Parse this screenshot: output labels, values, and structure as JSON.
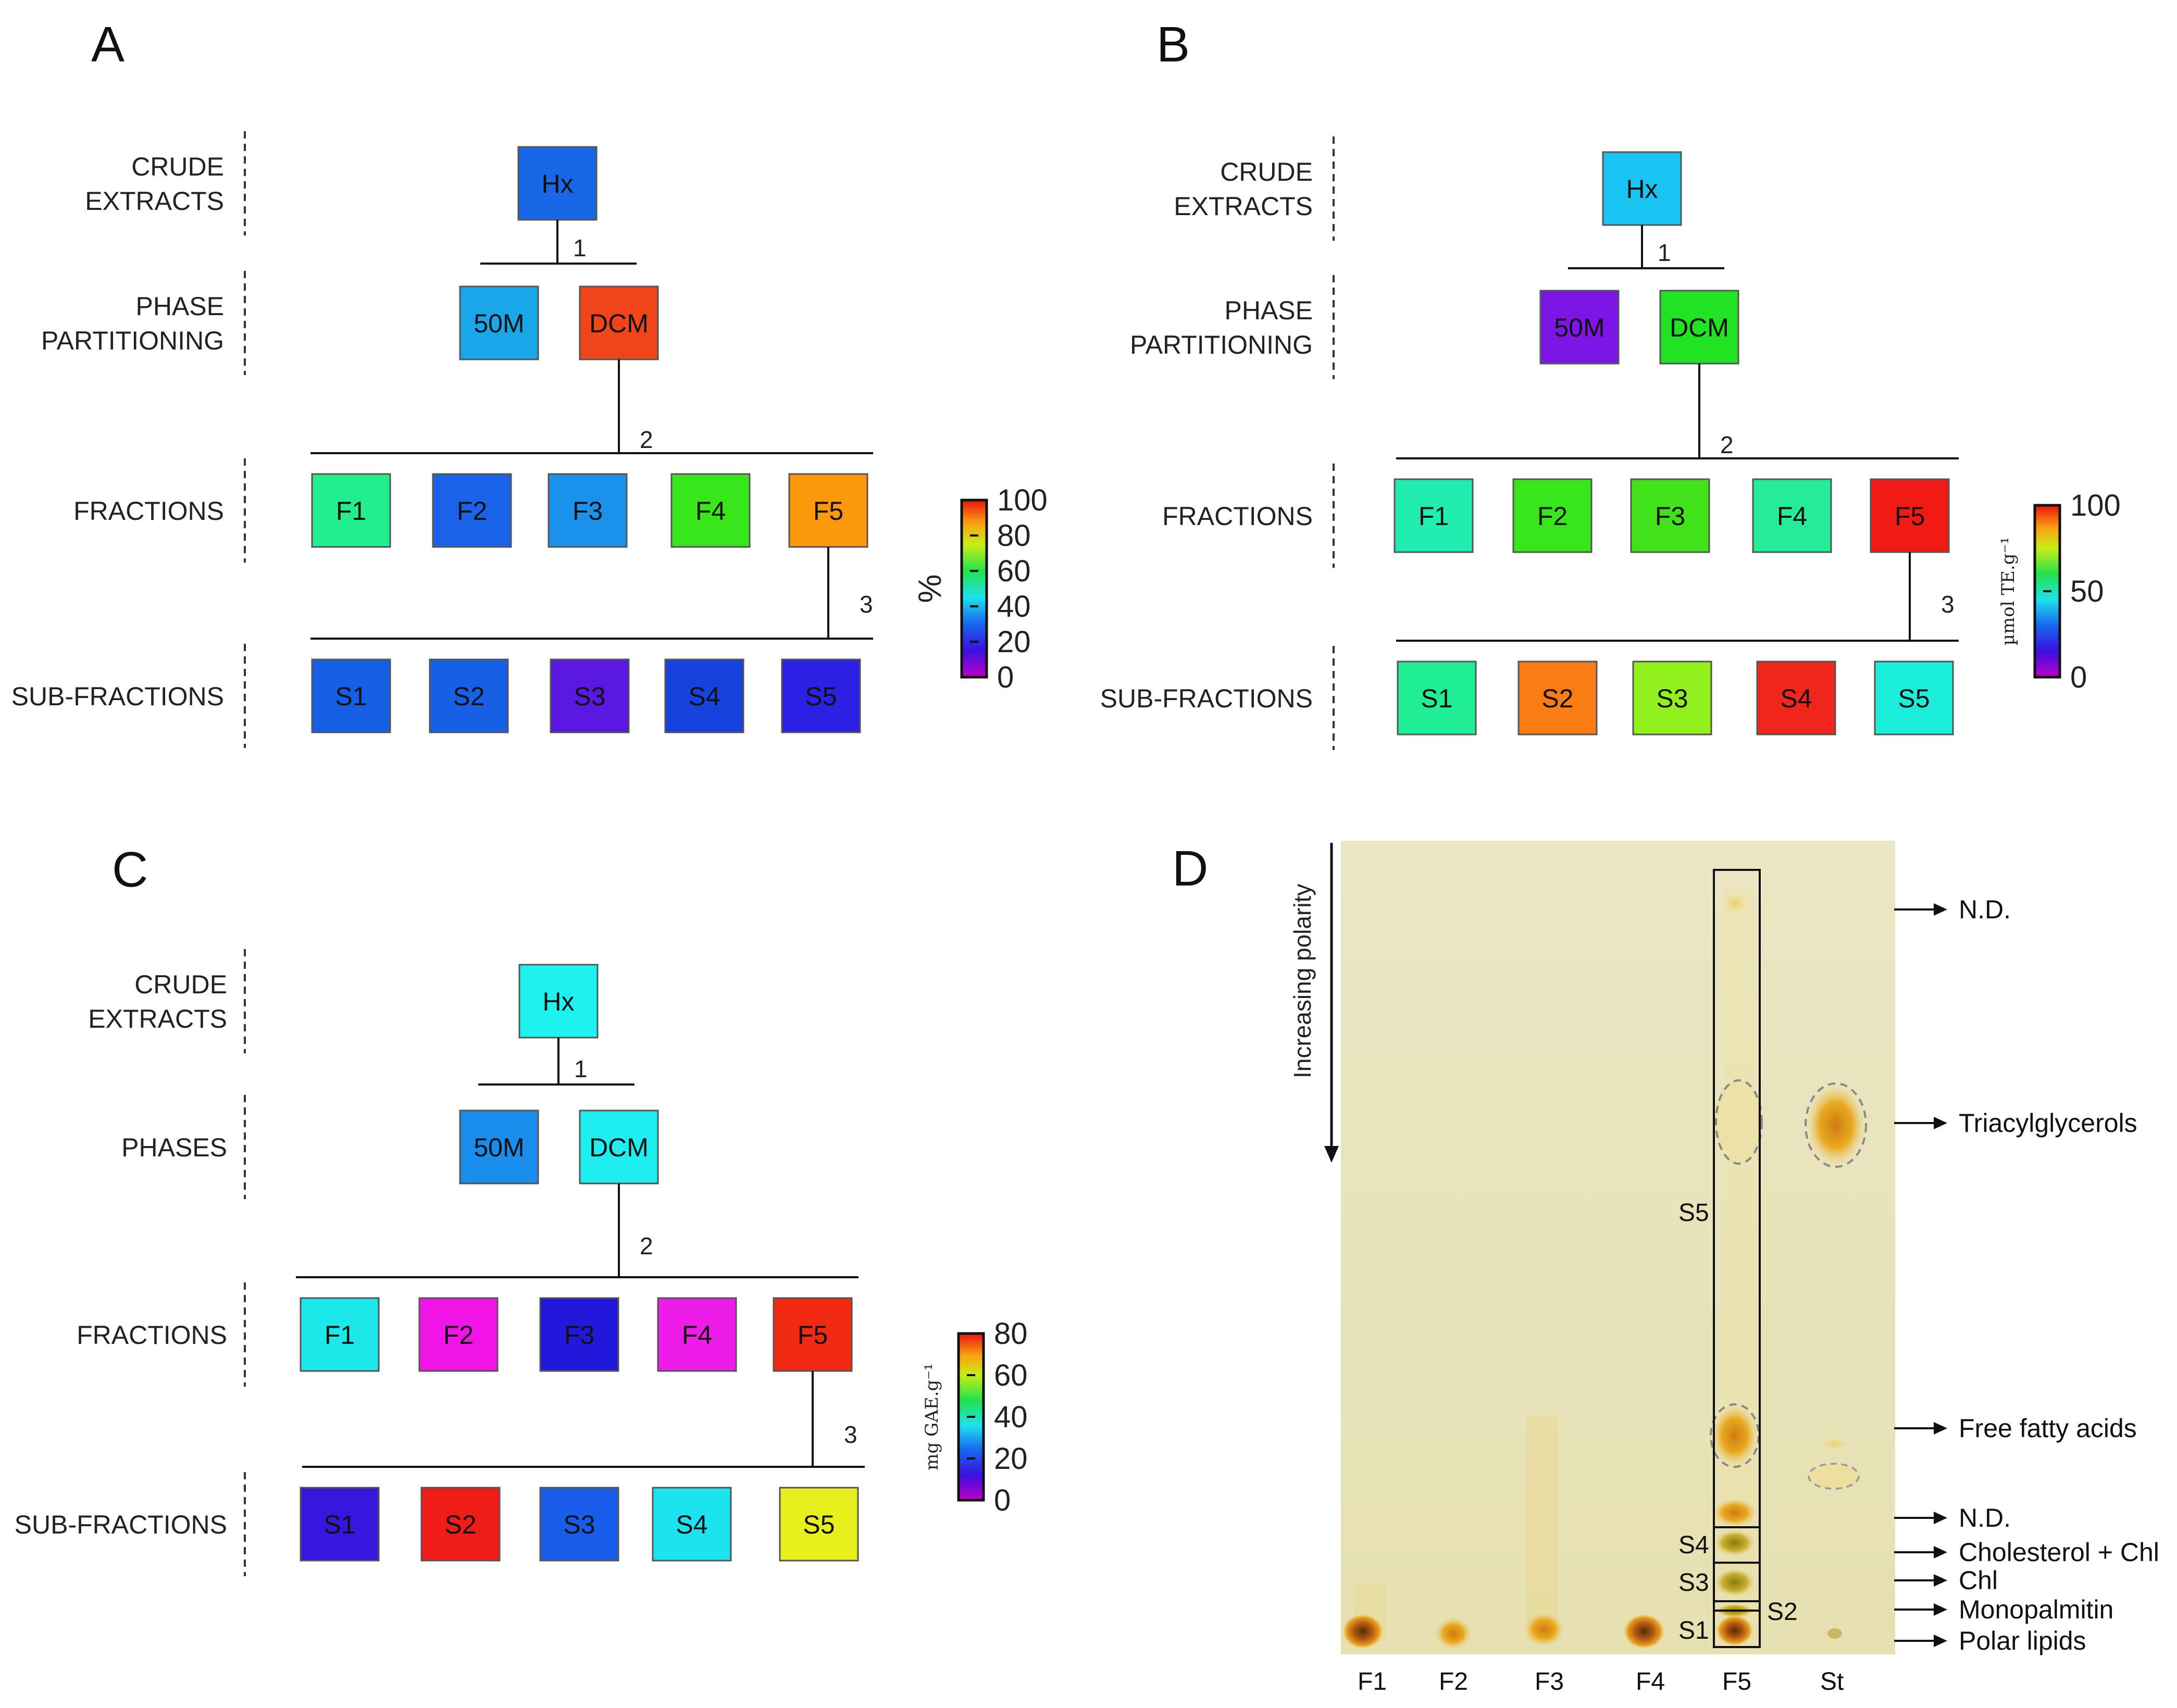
{
  "panels": [
    {
      "letter": "A",
      "levels": [
        "CRUDE\nEXTRACTS",
        "PHASE\nPARTITIONING",
        "FRACTIONS",
        "SUB-FRACTIONS"
      ],
      "steps": [
        "1",
        "2",
        "3"
      ],
      "boxes": {
        "crude": [
          {
            "label": "Hx",
            "color": "#1767e6"
          }
        ],
        "phases": [
          {
            "label": "50M",
            "color": "#1aa7ea"
          },
          {
            "label": "DCM",
            "color": "#f0451a"
          }
        ],
        "fractions": [
          {
            "label": "F1",
            "color": "#21ee8c"
          },
          {
            "label": "F2",
            "color": "#1a63e8"
          },
          {
            "label": "F3",
            "color": "#1a92ec"
          },
          {
            "label": "F4",
            "color": "#38e61c"
          },
          {
            "label": "F5",
            "color": "#fb980c"
          }
        ],
        "subfractions": [
          {
            "label": "S1",
            "color": "#165ee4"
          },
          {
            "label": "S2",
            "color": "#1760e6"
          },
          {
            "label": "S3",
            "color": "#5a18e2"
          },
          {
            "label": "S4",
            "color": "#1642de"
          },
          {
            "label": "S5",
            "color": "#2b20e4"
          }
        ]
      },
      "colorbar": {
        "ticks": [
          "100",
          "80",
          "60",
          "40",
          "20",
          "0"
        ],
        "unit": "%"
      }
    },
    {
      "letter": "B",
      "levels": [
        "CRUDE\nEXTRACTS",
        "PHASE\nPARTITIONING",
        "FRACTIONS",
        "SUB-FRACTIONS"
      ],
      "steps": [
        "1",
        "2",
        "3"
      ],
      "boxes": {
        "crude": [
          {
            "label": "Hx",
            "color": "#1ac4f2"
          }
        ],
        "phases": [
          {
            "label": "50M",
            "color": "#7d15e6"
          },
          {
            "label": "DCM",
            "color": "#22e224"
          }
        ],
        "fractions": [
          {
            "label": "F1",
            "color": "#20eeb0"
          },
          {
            "label": "F2",
            "color": "#38e61c"
          },
          {
            "label": "F3",
            "color": "#42e21a"
          },
          {
            "label": "F4",
            "color": "#24ec98"
          },
          {
            "label": "F5",
            "color": "#f21a14"
          }
        ],
        "subfractions": [
          {
            "label": "S1",
            "color": "#20ee94"
          },
          {
            "label": "S2",
            "color": "#fb7b14"
          },
          {
            "label": "S3",
            "color": "#92f01c"
          },
          {
            "label": "S4",
            "color": "#f0261c"
          },
          {
            "label": "S5",
            "color": "#1ceedc"
          }
        ]
      },
      "colorbar": {
        "ticks": [
          "100",
          "50",
          "0"
        ],
        "unit": "µmol TE.g⁻¹"
      }
    },
    {
      "letter": "C",
      "levels": [
        "CRUDE\nEXTRACTS",
        "PHASES",
        "FRACTIONS",
        "SUB-FRACTIONS"
      ],
      "steps": [
        "1",
        "2",
        "3"
      ],
      "boxes": {
        "crude": [
          {
            "label": "Hx",
            "color": "#1ef2ee"
          }
        ],
        "phases": [
          {
            "label": "50M",
            "color": "#1a8cec"
          },
          {
            "label": "DCM",
            "color": "#1eeef0"
          }
        ],
        "fractions": [
          {
            "label": "F1",
            "color": "#1ce8ea"
          },
          {
            "label": "F2",
            "color": "#f014e6"
          },
          {
            "label": "F3",
            "color": "#2218dc"
          },
          {
            "label": "F4",
            "color": "#ee1ce8"
          },
          {
            "label": "F5",
            "color": "#f22a14"
          }
        ],
        "subfractions": [
          {
            "label": "S1",
            "color": "#3816de"
          },
          {
            "label": "S2",
            "color": "#f01c18"
          },
          {
            "label": "S3",
            "color": "#1a5cea"
          },
          {
            "label": "S4",
            "color": "#1ce4ee"
          },
          {
            "label": "S5",
            "color": "#e8f01c"
          }
        ]
      },
      "colorbar": {
        "ticks": [
          "80",
          "60",
          "40",
          "20",
          "0"
        ],
        "unit": "mg GAE.g⁻¹"
      }
    }
  ],
  "tlc": {
    "letter": "D",
    "polarity_label": "Increasing polarity",
    "lanes": [
      "F1",
      "F2",
      "F3",
      "F4",
      "F5",
      "St"
    ],
    "f5_bands": [
      "S5",
      "S4",
      "S3",
      "S2",
      "S1"
    ],
    "annotations": [
      "N.D.",
      "Triacylglycerols",
      "Free fatty acids",
      "N.D.",
      "Cholesterol + Chl",
      "Chl",
      "Monopalmitin",
      "Polar lipids"
    ]
  }
}
